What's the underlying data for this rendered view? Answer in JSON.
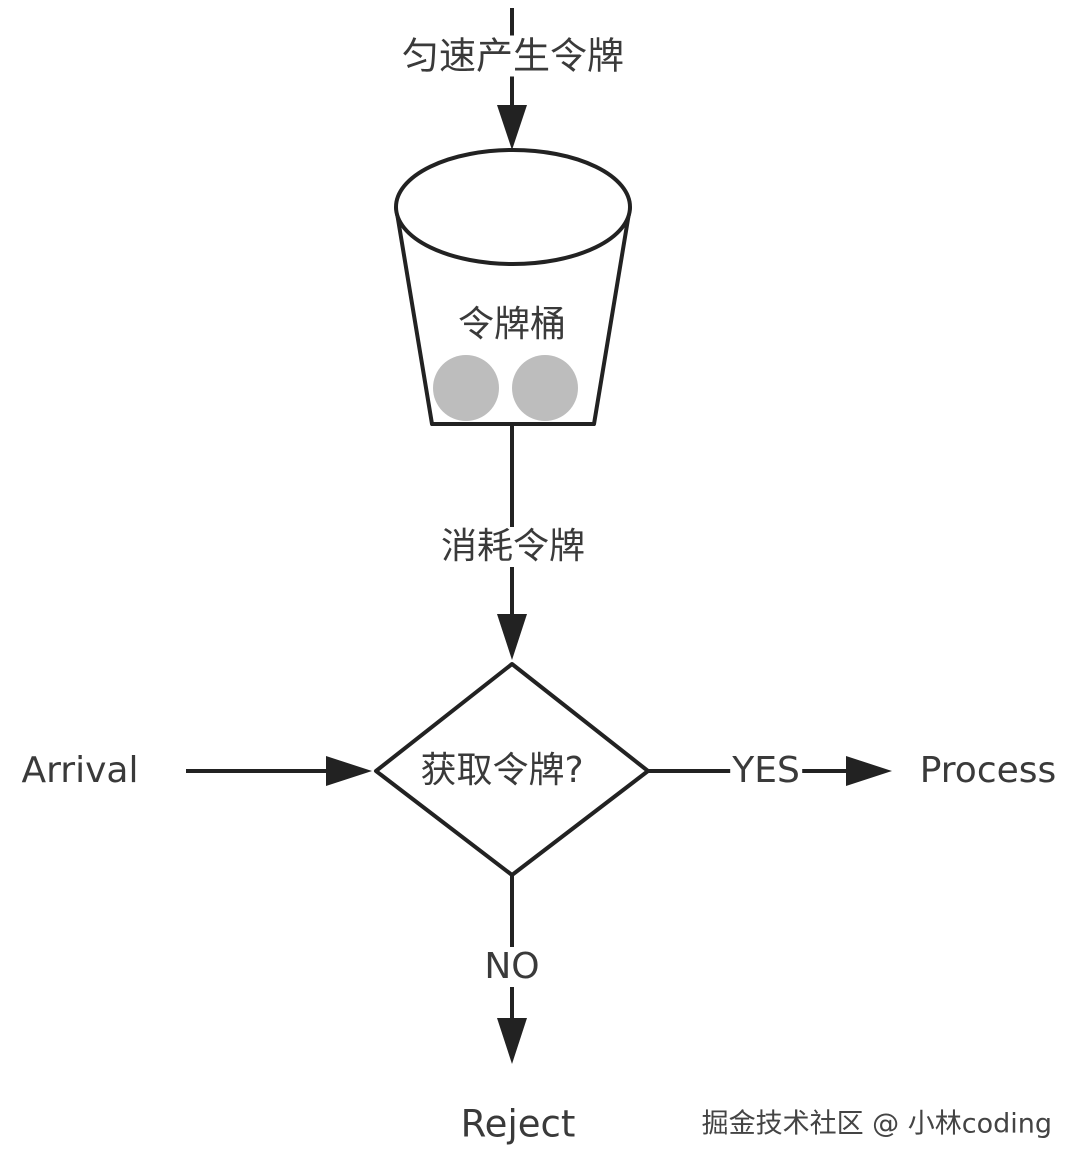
{
  "diagram": {
    "generate_tokens_label": "匀速产生令牌",
    "bucket_label": "令牌桶",
    "consume_tokens_label": "消耗令牌",
    "decision_label": "获取令牌?",
    "arrival_label": "Arrival",
    "yes_label": "YES",
    "process_label": "Process",
    "no_label": "NO",
    "reject_label": "Reject",
    "token_count": 2
  },
  "watermark": "掘金技术社区 @ 小林coding",
  "colors": {
    "stroke": "#222222",
    "token_fill": "#bdbdbd",
    "text": "#3a3a3a"
  }
}
